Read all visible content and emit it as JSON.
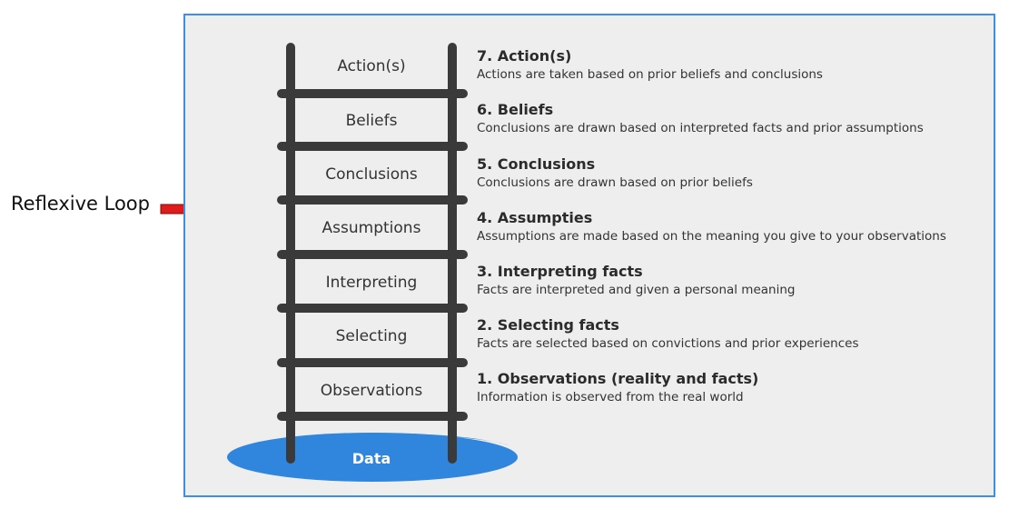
{
  "side_label": "Reflexive Loop",
  "ladder": {
    "rungs": [
      "Action(s)",
      "Beliefs",
      "Conclusions",
      "Assumptions",
      "Interpreting",
      "Selecting",
      "Observations"
    ],
    "base": "Data"
  },
  "steps": [
    {
      "title": "7. Action(s)",
      "desc": "Actions are taken based on prior beliefs and conclusions"
    },
    {
      "title": "6. Beliefs",
      "desc": "Conclusions are drawn based on interpreted facts and prior assumptions"
    },
    {
      "title": "5. Conclusions",
      "desc": "Conclusions are drawn based on prior beliefs"
    },
    {
      "title": "4. Assumpties",
      "desc": "Assumptions are made based on the meaning you give to your observations"
    },
    {
      "title": "3. Interpreting facts",
      "desc": "Facts are interpreted and given a personal meaning"
    },
    {
      "title": "2. Selecting facts",
      "desc": "Facts are selected based on convictions and prior experiences"
    },
    {
      "title": "1. Observations (reality and facts)",
      "desc": "Information is observed from the real world"
    }
  ],
  "colors": {
    "frame_border": "#3f8fe0",
    "ladder": "#3a3a3a",
    "puddle": "#2f86dc",
    "arrow": "#e01b1b"
  }
}
